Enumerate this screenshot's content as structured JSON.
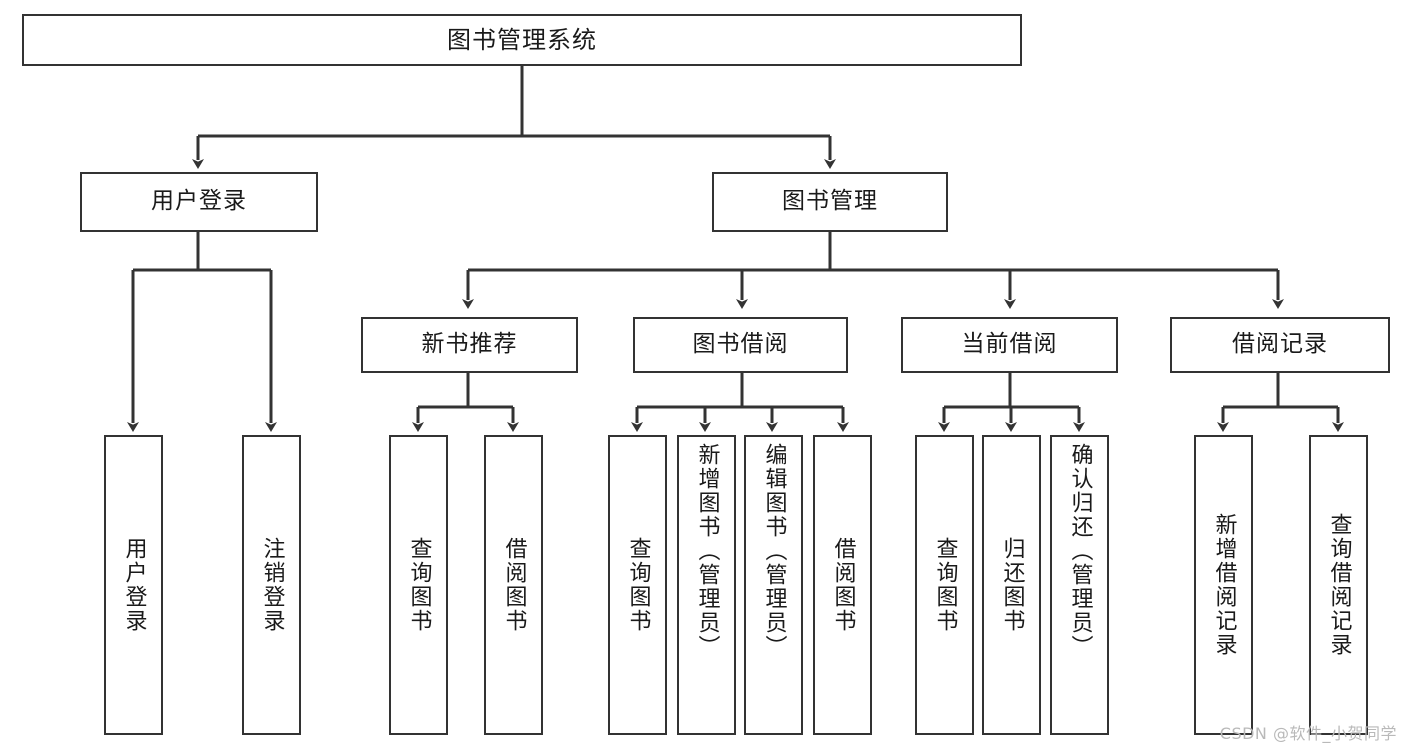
{
  "diagram": {
    "type": "tree",
    "title": "图书管理系统",
    "watermark": "CSDN @软件_小贺同学",
    "colors": {
      "background": "#ffffff",
      "stroke": "#333333",
      "text": "#1a1a1a",
      "watermark": "#b9b9b9"
    },
    "nodes": {
      "root": "图书管理系统",
      "level2": {
        "user_login": "用户登录",
        "book_manage": "图书管理"
      },
      "level3": {
        "new_book_recommend": "新书推荐",
        "book_borrow": "图书借阅",
        "current_borrow": "当前借阅",
        "borrow_record": "借阅记录"
      },
      "leaves": {
        "user_login": [
          "用户登录",
          "注销登录"
        ],
        "new_book_recommend": [
          "查询图书",
          "借阅图书"
        ],
        "book_borrow": [
          "查询图书",
          "新增图书（管理员）",
          "编辑图书（管理员）",
          "借阅图书"
        ],
        "current_borrow": [
          "查询图书",
          "归还图书",
          "确认归还（管理员）"
        ],
        "borrow_record": [
          "新增借阅记录",
          "查询借阅记录"
        ]
      }
    }
  }
}
